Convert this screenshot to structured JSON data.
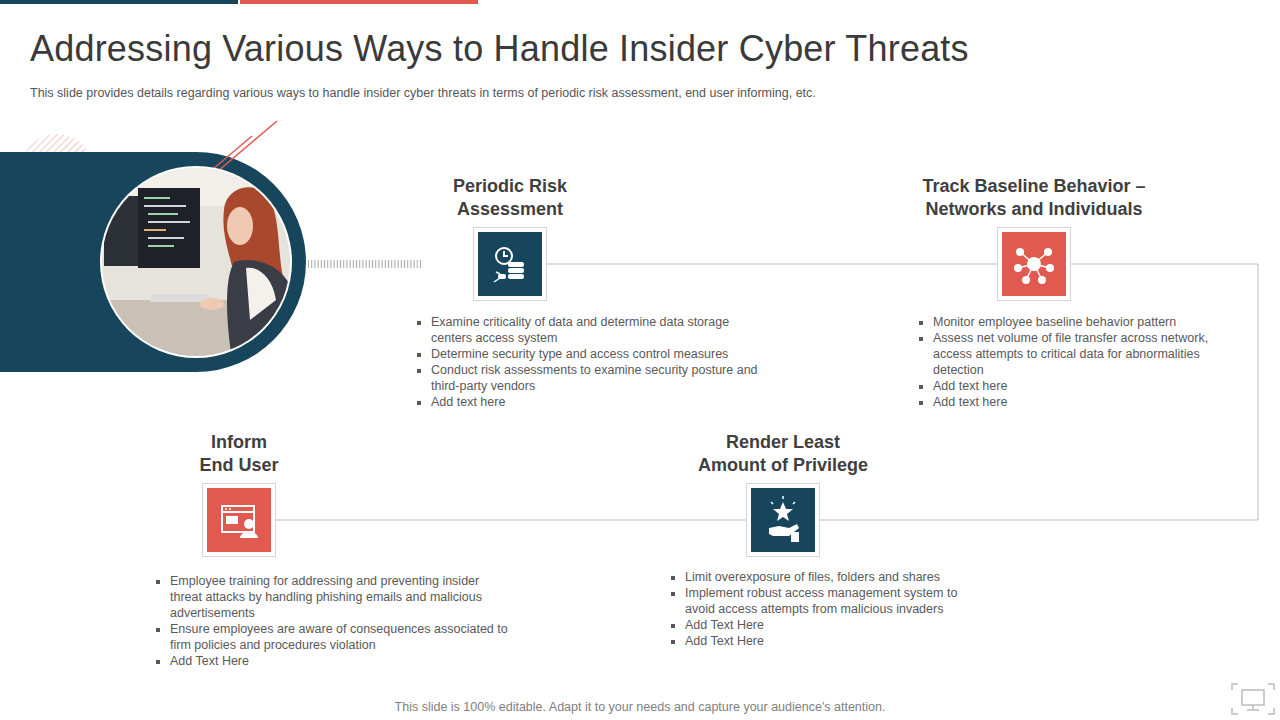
{
  "diagram": {
    "title": "Addressing Various Ways to Handle Insider Cyber Threats",
    "caption": "This slide provides details regarding various ways to handle insider cyber threats in terms of periodic risk assessment, end user informing, etc.",
    "nodes": [
      {
        "text": [
          "Periodic Risk Assessment",
          "Examine criticality of data and determine data storage centers access system",
          "Determine security type and access control measures",
          "Conduct risk assessments to examine security posture and third-party vendors",
          "Add text here"
        ]
      },
      {
        "text": [
          "Track Baseline Behavior – Networks and Individuals",
          "Monitor employee baseline behavior pattern",
          "Assess net volume of file transfer across network, access attempts to critical data for abnormalities detection",
          "Add text here",
          "Add text here"
        ]
      },
      {
        "text": [
          "Inform End User",
          "Employee training for addressing and preventing insider threat attacks by handling phishing emails and malicious advertisements",
          "Ensure employees are aware of consequences associated to firm policies and procedures violation",
          "Add Text Here"
        ]
      },
      {
        "text": [
          "Render Least Amount of Privilege",
          "Limit overexposure of files, folders and shares",
          "Implement robust access management system to avoid access attempts from malicious invaders",
          "Add Text Here",
          "Add Text Here"
        ]
      }
    ],
    "edges": [
      {
        "from": 0,
        "to": 1,
        "arrow": "none"
      },
      {
        "from": 1,
        "to": 3,
        "arrow": "none"
      },
      {
        "from": 3,
        "to": 2,
        "arrow": "none"
      }
    ],
    "labels": [
      "This slide is 100% editable. Adapt it to your needs and capture your audience's attention."
    ]
  }
}
